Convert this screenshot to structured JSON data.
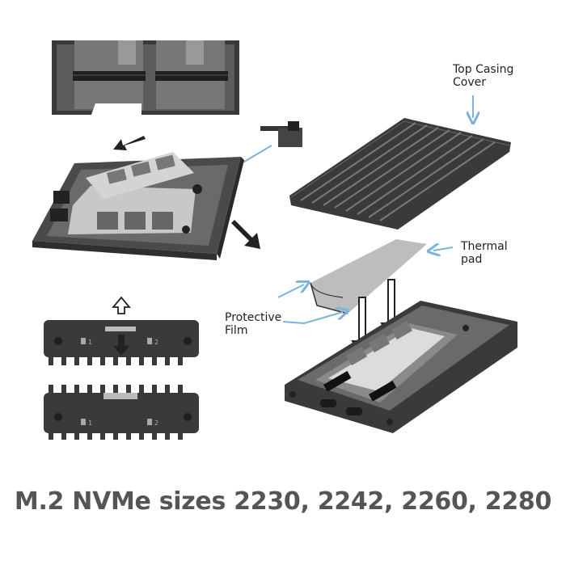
{
  "labels": {
    "top_casing_line1": "Top Casing",
    "top_casing_line2": "Cover",
    "thermal_line1": "Thermal",
    "thermal_line2": "pad",
    "protective_line1": "Protective",
    "protective_line2": "Film",
    "port1": "1",
    "port2": "2"
  },
  "caption": "M.2 NVMe sizes 2230, 2242, 2260, 2280",
  "colors": {
    "casing_dark": "#3a3a3a",
    "casing_mid": "#5a5a5a",
    "pad_gray": "#bdbdbd",
    "callout_blue": "#7ab3dd",
    "caption_gray": "#555555"
  }
}
